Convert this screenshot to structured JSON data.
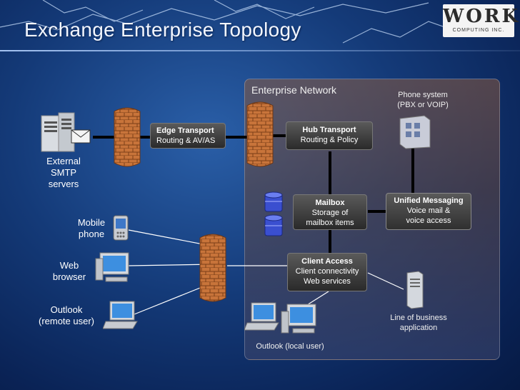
{
  "title": "Exchange Enterprise Topology",
  "logo": {
    "main": "WORKS",
    "sub": "COMPUTING INC."
  },
  "enterprise_label": "Enterprise Network",
  "nodes": {
    "edge": {
      "title": "Edge Transport",
      "desc": "Routing & AV/AS"
    },
    "hub": {
      "title": "Hub Transport",
      "desc": "Routing & Policy"
    },
    "mailbox": {
      "title": "Mailbox",
      "desc1": "Storage of",
      "desc2": "mailbox items"
    },
    "um": {
      "title": "Unified Messaging",
      "desc1": "Voice mail &",
      "desc2": "voice access"
    },
    "cas": {
      "title": "Client Access",
      "desc1": "Client connectivity",
      "desc2": "Web services"
    }
  },
  "labels": {
    "smtp": [
      "External",
      "SMTP",
      "servers"
    ],
    "mobile": [
      "Mobile",
      "phone"
    ],
    "web": [
      "Web",
      "browser"
    ],
    "outlook_remote": [
      "Outlook",
      "(remote user)"
    ],
    "phone_system": [
      "Phone system",
      "(PBX or VOIP)"
    ],
    "lob": [
      "Line of business",
      "application"
    ],
    "outlook_local": "Outlook (local user)"
  },
  "colors": {
    "firewall": "#c8743a",
    "connector": "#000000",
    "box_dark": "#3a3a3a",
    "um_box": "#4a4a4a"
  }
}
